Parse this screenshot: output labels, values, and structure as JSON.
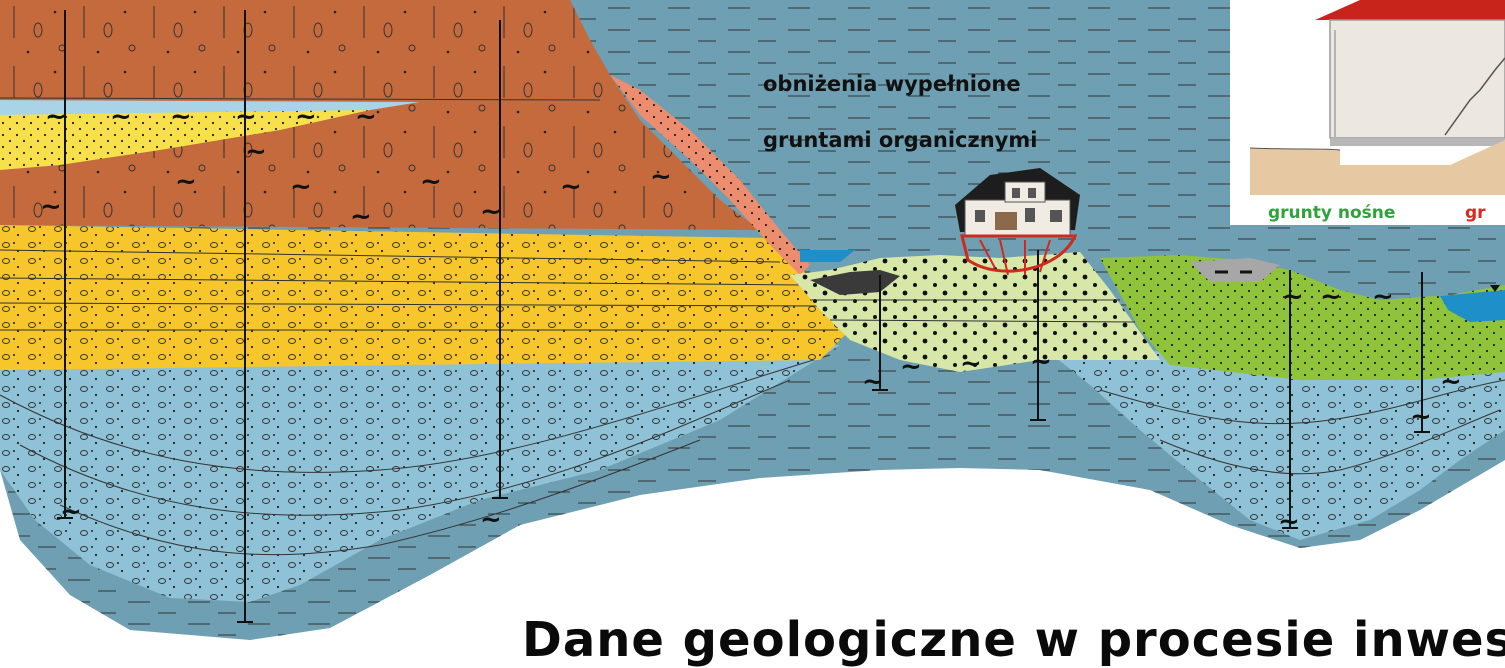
{
  "annotation": {
    "line1": "obniżenia wypełnione",
    "line2": "gruntami organicznymi"
  },
  "inset": {
    "bearing_soil_label": "grunty nośne",
    "weak_soil_label": "gr"
  },
  "caption": "Dane geologiczne w procesie inwesty",
  "colors": {
    "brown_clay": "#c46a3c",
    "yellow_sand": "#f6c62b",
    "blue_sand": "#8fc2d6",
    "deep_blue_clay": "#6e9fb3",
    "organic_green": "#8fc43a",
    "pale_green": "#d6e7a8",
    "water": "#1f8fc9",
    "label_green": "#2fa33a",
    "label_red": "#d9281e"
  }
}
